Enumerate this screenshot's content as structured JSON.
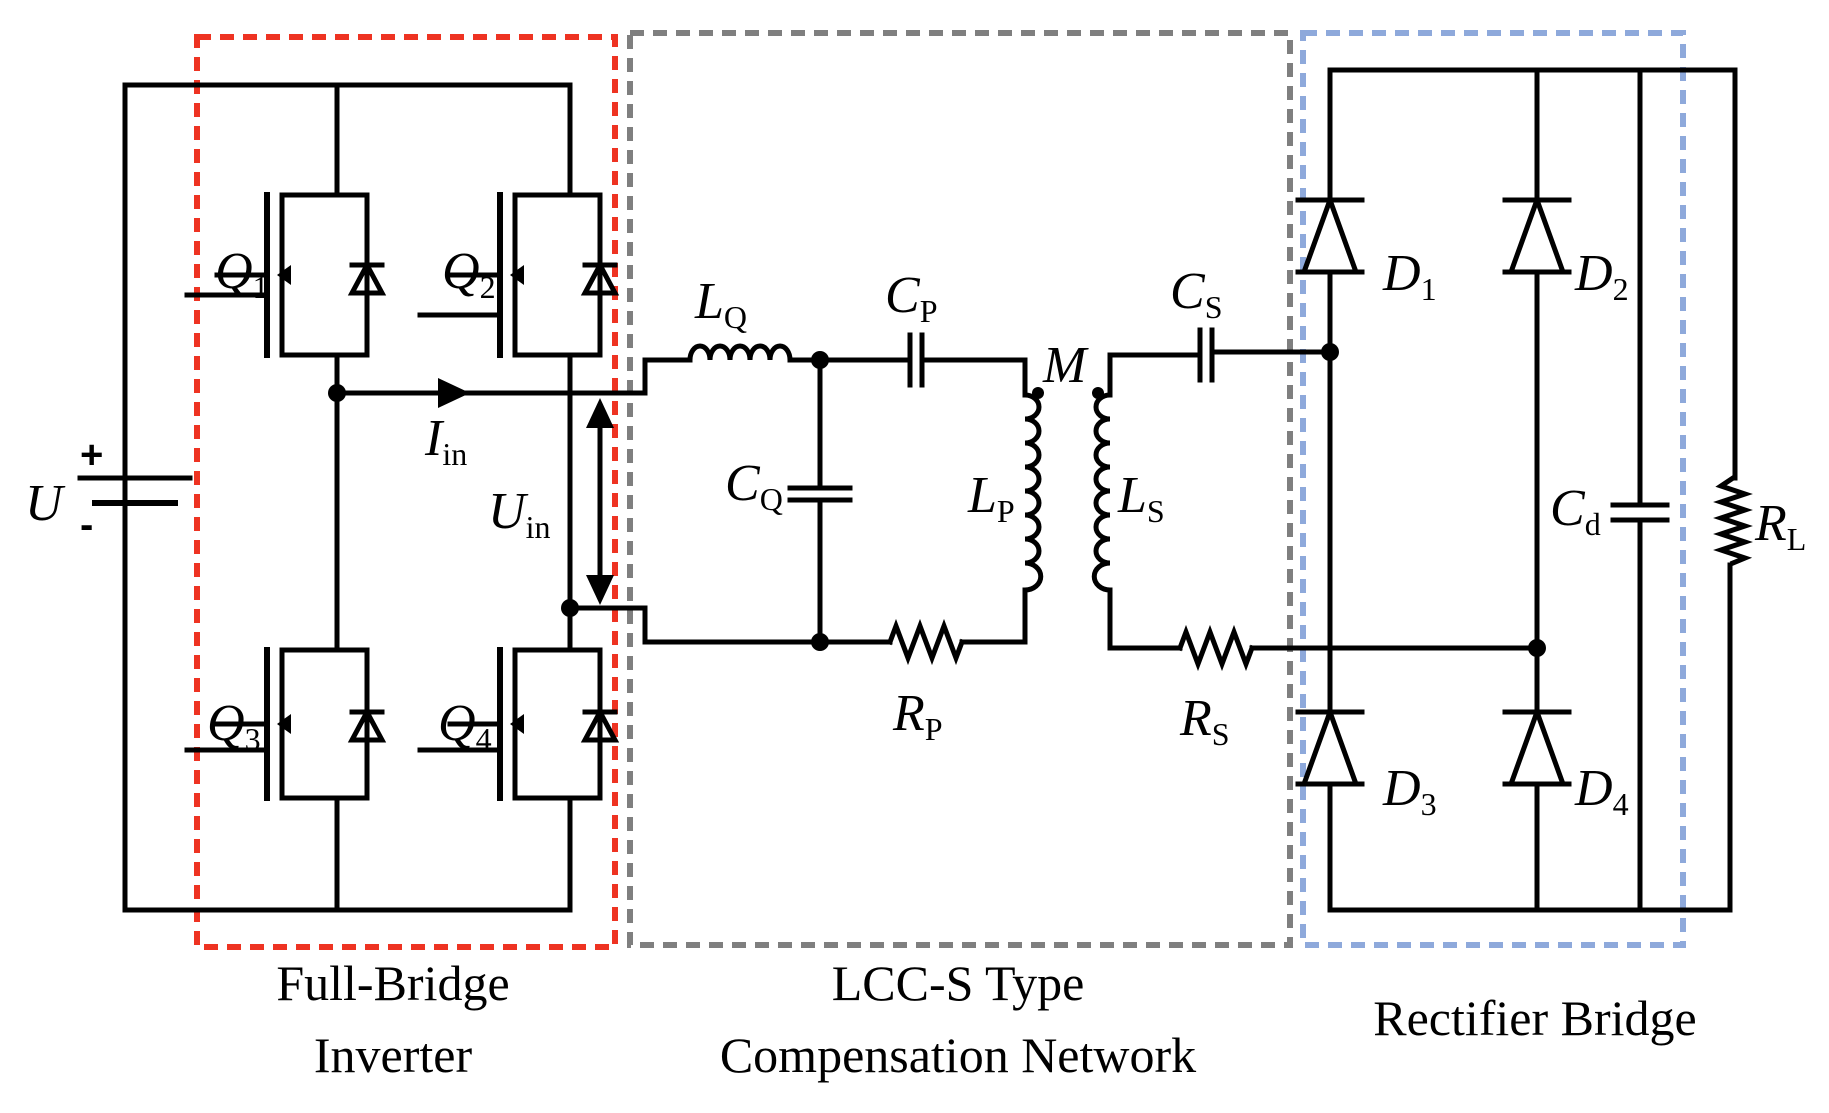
{
  "colors": {
    "inverter_box": "#ee3322",
    "network_box": "#7f7f7f",
    "rectifier_box": "#8ea9db",
    "wire": "#000000"
  },
  "sections": {
    "inverter_l1": "Full-Bridge",
    "inverter_l2": "Inverter",
    "network_l1": "LCC-S Type",
    "network_l2": "Compensation Network",
    "rectifier": "Rectifier Bridge"
  },
  "source": {
    "symbol": "U",
    "plus": "+",
    "minus": "-"
  },
  "switches": {
    "q1": {
      "sym": "Q",
      "sub": "1"
    },
    "q2": {
      "sym": "Q",
      "sub": "2"
    },
    "q3": {
      "sym": "Q",
      "sub": "3"
    },
    "q4": {
      "sym": "Q",
      "sub": "4"
    }
  },
  "current": {
    "sym": "I",
    "sub": "in"
  },
  "voltage": {
    "sym": "U",
    "sub": "in"
  },
  "components": {
    "lq": {
      "sym": "L",
      "sub": "Q"
    },
    "cp": {
      "sym": "C",
      "sub": "P"
    },
    "cq": {
      "sym": "C",
      "sub": "Q"
    },
    "lp": {
      "sym": "L",
      "sub": "P"
    },
    "rp": {
      "sym": "R",
      "sub": "P"
    },
    "m": {
      "sym": "M"
    },
    "cs": {
      "sym": "C",
      "sub": "S"
    },
    "ls": {
      "sym": "L",
      "sub": "S"
    },
    "rs": {
      "sym": "R",
      "sub": "S"
    },
    "d1": {
      "sym": "D",
      "sub": "1"
    },
    "d2": {
      "sym": "D",
      "sub": "2"
    },
    "d3": {
      "sym": "D",
      "sub": "3"
    },
    "d4": {
      "sym": "D",
      "sub": "4"
    },
    "cd": {
      "sym": "C",
      "sub": "d"
    },
    "rl": {
      "sym": "R",
      "sub": "L"
    }
  }
}
